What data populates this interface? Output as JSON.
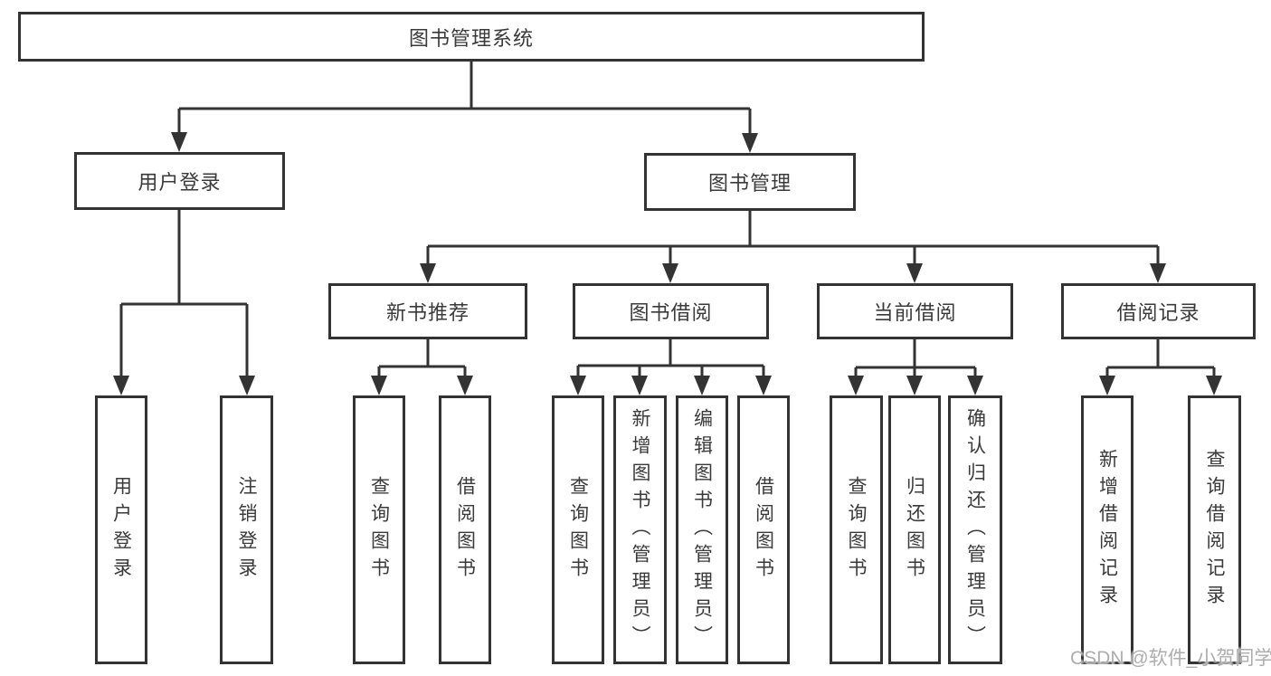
{
  "diagram": {
    "root": {
      "label": "图书管理系统"
    },
    "level2": [
      {
        "label": "用户登录"
      },
      {
        "label": "图书管理"
      }
    ],
    "level3": [
      {
        "label": "新书推荐"
      },
      {
        "label": "图书借阅"
      },
      {
        "label": "当前借阅"
      },
      {
        "label": "借阅记录"
      }
    ],
    "leaves": {
      "user_login": [
        "用户登录",
        "注销登录"
      ],
      "new_book": [
        "查询图书",
        "借阅图书"
      ],
      "book_borrow": [
        "查询图书",
        "新增图书（管理员）",
        "编辑图书（管理员）",
        "借阅图书"
      ],
      "current_borrow": [
        "查询图书",
        "归还图书",
        "确认归还（管理员）"
      ],
      "borrow_records": [
        "新增借阅记录",
        "查询借阅记录"
      ]
    },
    "line_color": "#333333",
    "background": "#ffffff"
  },
  "watermark": {
    "text": "CSDN @软件_小贺同学"
  }
}
